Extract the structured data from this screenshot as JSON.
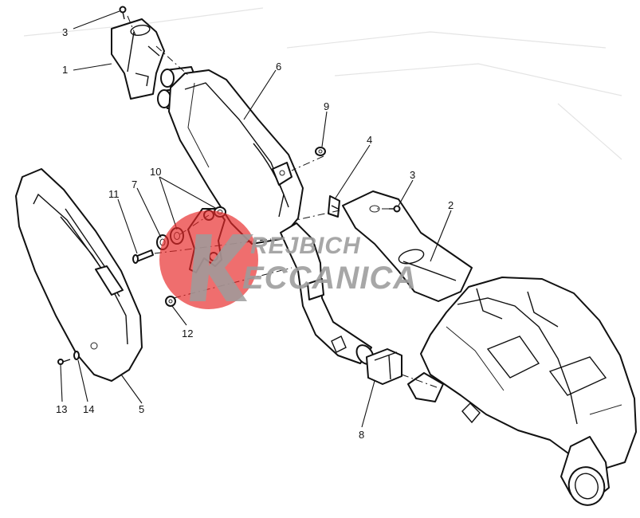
{
  "diagram": {
    "callouts": [
      {
        "id": "c-3a",
        "label": "3"
      },
      {
        "id": "c-1",
        "label": "1"
      },
      {
        "id": "c-6",
        "label": "6"
      },
      {
        "id": "c-9",
        "label": "9"
      },
      {
        "id": "c-4",
        "label": "4"
      },
      {
        "id": "c-3b",
        "label": "3"
      },
      {
        "id": "c-2",
        "label": "2"
      },
      {
        "id": "c-10",
        "label": "10"
      },
      {
        "id": "c-7",
        "label": "7"
      },
      {
        "id": "c-11",
        "label": "11"
      },
      {
        "id": "c-12",
        "label": "12"
      },
      {
        "id": "c-13",
        "label": "13"
      },
      {
        "id": "c-14",
        "label": "14"
      },
      {
        "id": "c-5",
        "label": "5"
      },
      {
        "id": "c-8",
        "label": "8"
      }
    ]
  },
  "watermark": {
    "line1": "REJBICH",
    "line2": "ECCANICA",
    "circle_color": "#e8292a",
    "text_color": "#9c9c9c"
  }
}
